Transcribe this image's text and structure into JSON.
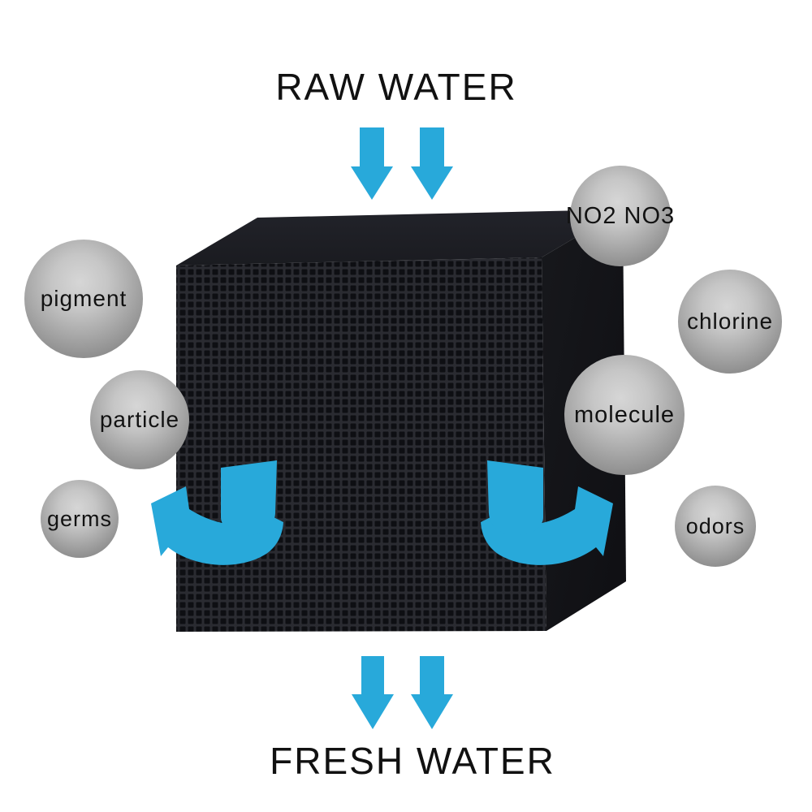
{
  "flow": {
    "top_label": "RAW WATER",
    "bottom_label": "FRESH WATER"
  },
  "contaminants": [
    {
      "label": "pigment"
    },
    {
      "label": "particle"
    },
    {
      "label": "germs"
    },
    {
      "label": "NO2 NO3"
    },
    {
      "label": "chlorine"
    },
    {
      "label": "molecule"
    },
    {
      "label": "odors"
    }
  ],
  "icons": {
    "inflow": "down-arrow-icon",
    "outflow": "down-arrow-icon",
    "circulation_left": "curved-arrow-left-icon",
    "circulation_right": "curved-arrow-right-icon"
  },
  "colors": {
    "arrow_blue": "#28A9DA",
    "sphere_gray": "#9a9a9a",
    "cube_front": "#0e0f13",
    "cube_grid_line": "#2a2b31",
    "cube_top": "#1e1f24",
    "cube_side": "#141418",
    "background": "#ffffff",
    "text": "#111111"
  }
}
